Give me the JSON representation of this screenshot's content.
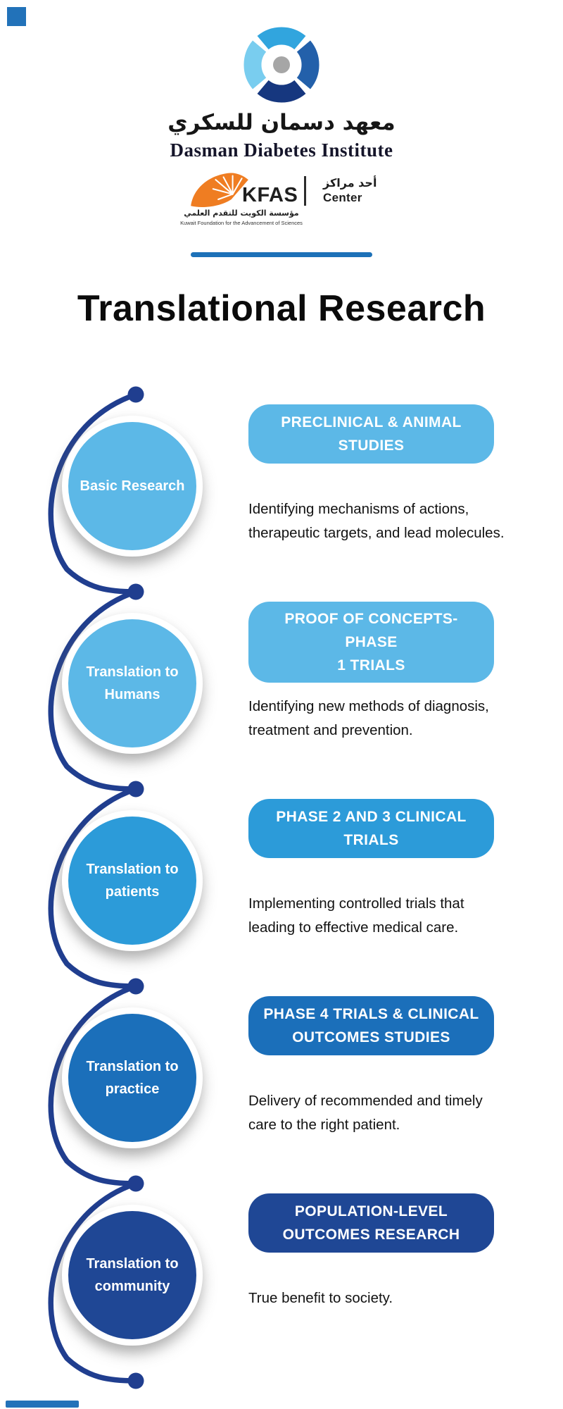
{
  "title": "Translational Research",
  "logo": {
    "arabic_name": "معهد دسمان للسكري",
    "english_name": "Dasman Diabetes Institute"
  },
  "kfas": {
    "acronym": "KFAS",
    "arabic_tagline": "مؤسسة الكويت للتقدم العلمي",
    "english_tagline": "Kuwait Foundation for the Advancement of Sciences",
    "center_arabic": "أحد مراكز",
    "center_english": "Center"
  },
  "colors": {
    "connector": "#203E8F",
    "divider": "#1D71B8",
    "corner_accent": "#2272B9",
    "tier_light": "#5CB8E7",
    "tier_medium": "#2C9BD9",
    "tier_dark": "#1B6FBA",
    "tier_navy": "#1F4795",
    "kfas_orange": "#EF7D22",
    "swirl_sky": "#31A5DE",
    "swirl_deep": "#2360AA",
    "swirl_navy": "#16377F",
    "swirl_light": "#79CDEF",
    "swirl_center_gray": "#A6A6A6"
  },
  "timeline": {
    "steps": [
      {
        "circle_label": "Basic Research",
        "badge": "PRECLINICAL & ANIMAL\nSTUDIES",
        "description": "Identifying mechanisms of actions,\ntherapeutic targets, and lead molecules.",
        "color": "#5CB8E7"
      },
      {
        "circle_label": "Translation to\nHumans",
        "badge": "PROOF OF CONCEPTS-PHASE\n1 TRIALS",
        "description": "Identifying new methods of diagnosis,\ntreatment and prevention.",
        "color": "#5CB8E7"
      },
      {
        "circle_label": "Translation to\npatients",
        "badge": "PHASE 2 AND 3 CLINICAL\nTRIALS",
        "description": "Implementing controlled trials that\nleading to effective medical care.",
        "color": "#2C9BD9"
      },
      {
        "circle_label": "Translation to\npractice",
        "badge": "PHASE 4 TRIALS & CLINICAL\nOUTCOMES STUDIES",
        "description": "Delivery of recommended and timely\ncare to the right patient.",
        "color": "#1B6FBA"
      },
      {
        "circle_label": "Translation to\ncommunity",
        "badge": "POPULATION-LEVEL\nOUTCOMES RESEARCH",
        "description": "True benefit to society.",
        "color": "#1F4795"
      }
    ]
  }
}
